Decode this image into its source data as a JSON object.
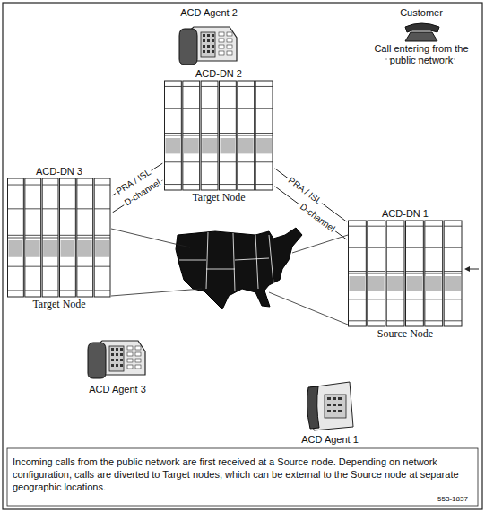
{
  "diagram": {
    "caption": "Incoming calls from the public network are first received at a Source node. Depending on network configuration, calls are diverted to Target nodes, which can be external to the Source node at separate geographic locations.",
    "nodes": [
      {
        "text": [
          "ACD-DN 2",
          "Target Node"
        ]
      },
      {
        "text": [
          "ACD-DN 3",
          "Target Node"
        ]
      },
      {
        "text": [
          "ACD-DN 1",
          "Source Node"
        ]
      }
    ],
    "edges": [
      {
        "from": 1,
        "to": 0,
        "arrow": "none",
        "label": "PRA / ISL"
      },
      {
        "from": 1,
        "to": 0,
        "arrow": "none",
        "label": "D-channel"
      },
      {
        "from": 0,
        "to": 2,
        "arrow": "none",
        "label": "PRA / ISL"
      },
      {
        "from": 0,
        "to": 2,
        "arrow": "none",
        "label": "D-channel"
      }
    ],
    "labels": [
      "ACD Agent 2",
      "Customer",
      "Call entering from the public network",
      "ACD Agent 3",
      "ACD Agent 1",
      "553-1837"
    ]
  }
}
